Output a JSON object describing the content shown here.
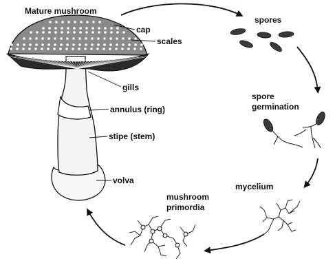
{
  "labels": {
    "mature_mushroom": "Mature mushroom",
    "cap": "cap",
    "scales": "scales",
    "gills": "gills",
    "annulus": "annulus (ring)",
    "stipe": "stipe (stem)",
    "volva": "volva",
    "spores": "spores",
    "spore_germination_1": "spore",
    "spore_germination_2": "germination",
    "mycelium": "mycelium",
    "primordia_1": "mushroom",
    "primordia_2": "primordia"
  },
  "colors": {
    "ink": "#111111",
    "cap_fill": "#8a8a8a",
    "gill_fill": "#2a2a2a",
    "stem_fill": "#f2f2f2",
    "spore_fill": "#3a3a3a"
  }
}
